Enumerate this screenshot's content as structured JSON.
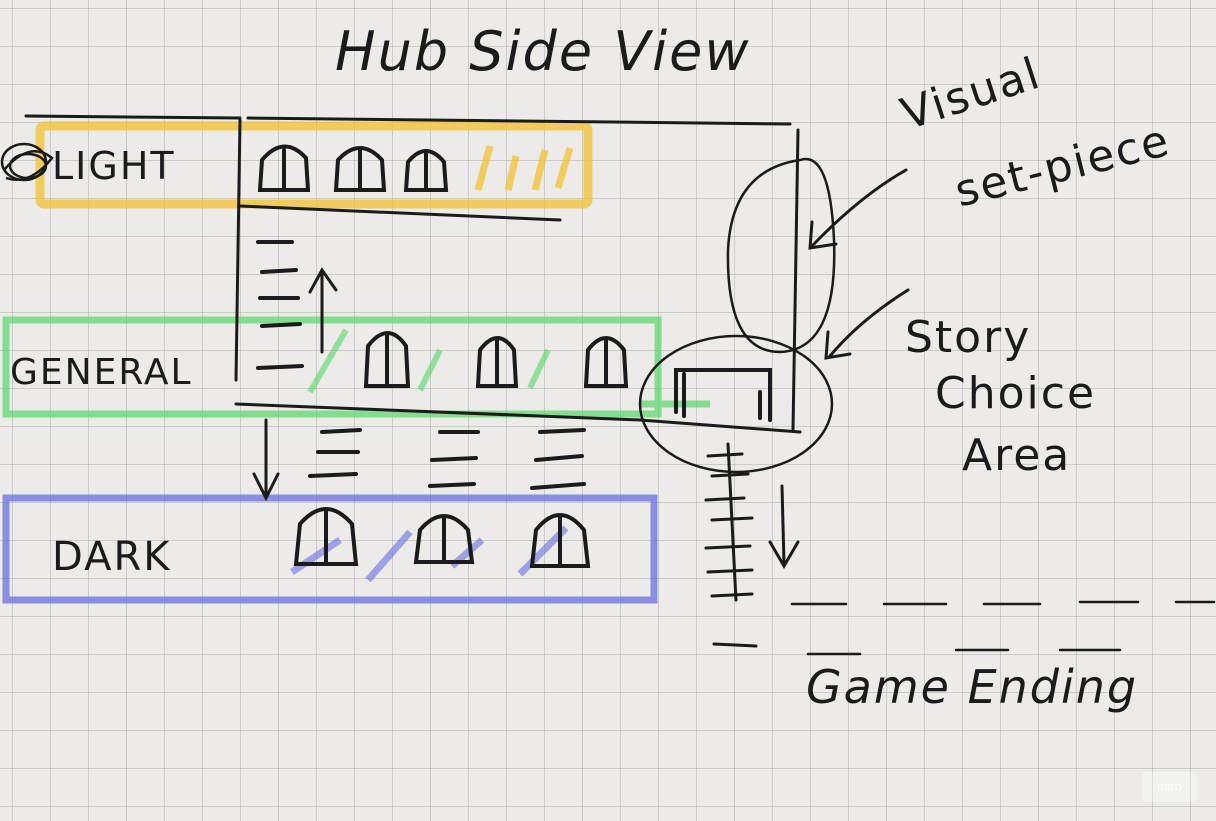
{
  "title": "Hub Side View",
  "levels": {
    "light": "LIGHT",
    "general": "GENERAL",
    "dark": "DARK"
  },
  "annotations": {
    "visual_set_piece": [
      "Visual",
      "set-piece"
    ],
    "story_choice_area": [
      "Story",
      "Choice",
      "Area"
    ],
    "game_ending": "Game Ending"
  },
  "colors": {
    "ink": "#1b1b1b",
    "light_highlight": "#f2c230",
    "general_highlight": "#57d66a",
    "dark_highlight": "#6a6fe0",
    "grid": "#969696"
  },
  "watermark": "miro"
}
